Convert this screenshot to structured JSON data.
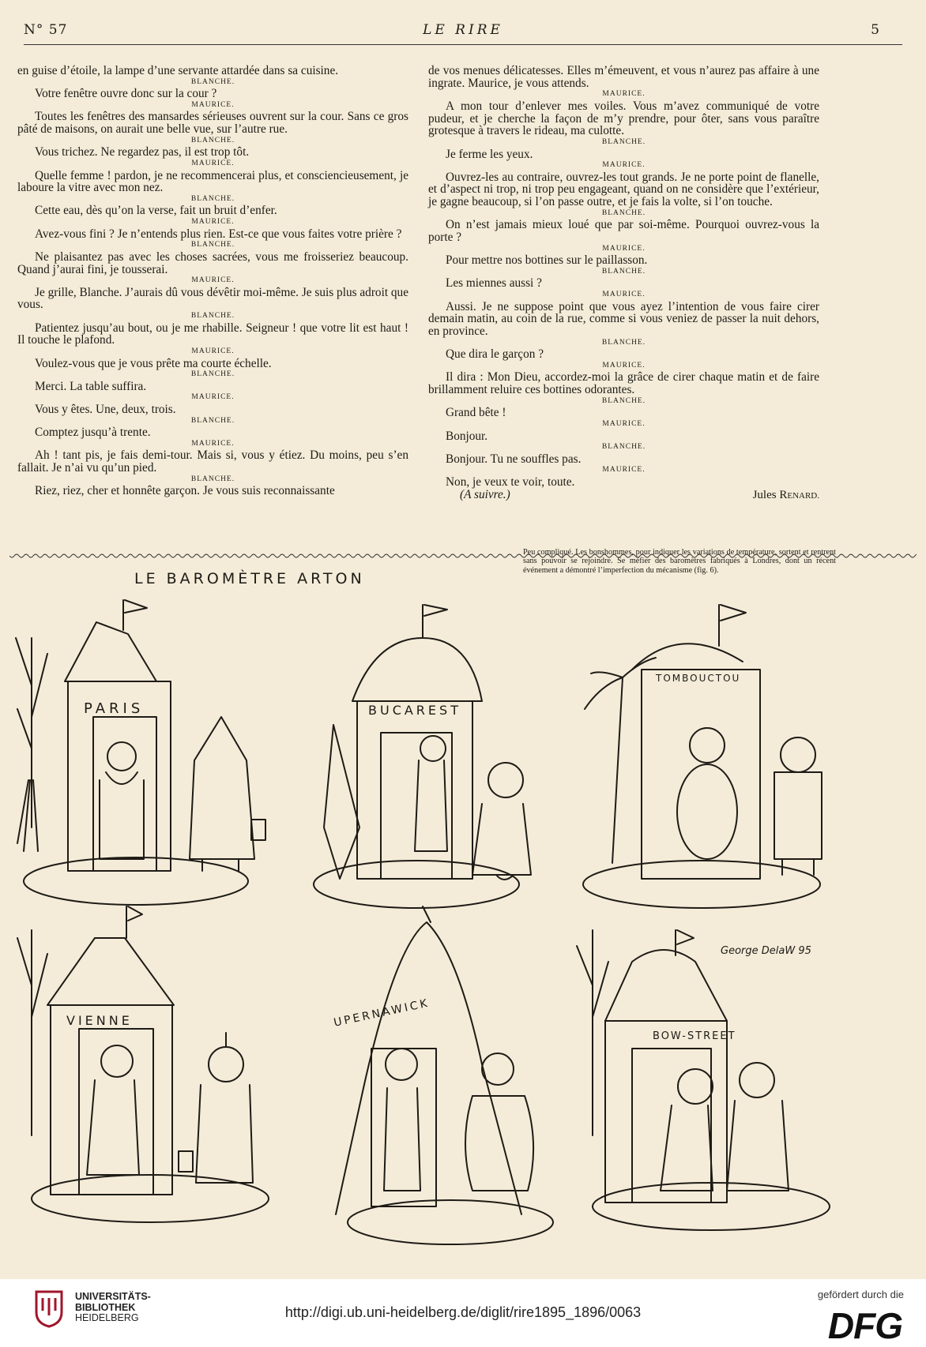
{
  "header": {
    "number": "N° 57",
    "title": "LE RIRE",
    "page": "5"
  },
  "dialogue": {
    "left": [
      {
        "t": "text",
        "v": "en guise d’étoile, la lampe d’une servante attardée dans sa cuisine."
      },
      {
        "t": "sp",
        "v": "BLANCHE."
      },
      {
        "t": "text",
        "v": "Votre fenêtre ouvre donc sur la cour ?",
        "indent": true
      },
      {
        "t": "sp",
        "v": "MAURICE."
      },
      {
        "t": "text",
        "v": "Toutes les fenêtres des mansardes sérieuses ouvrent sur la cour. Sans ce gros pâté de maisons, on aurait une belle vue, sur l’autre rue.",
        "indent": true
      },
      {
        "t": "sp",
        "v": "BLANCHE."
      },
      {
        "t": "text",
        "v": "Vous trichez. Ne regardez pas, il est trop tôt.",
        "indent": true
      },
      {
        "t": "sp",
        "v": "MAURICE."
      },
      {
        "t": "text",
        "v": "Quelle femme ! pardon, je ne recommencerai plus, et consciencieusement, je laboure la vitre avec mon nez.",
        "indent": true
      },
      {
        "t": "sp",
        "v": "BLANCHE."
      },
      {
        "t": "text",
        "v": "Cette eau, dès qu’on la verse, fait un bruit d’enfer.",
        "indent": true
      },
      {
        "t": "sp",
        "v": "MAURICE."
      },
      {
        "t": "text",
        "v": "Avez-vous fini ? Je n’entends plus rien. Est-ce que vous faites votre prière ?",
        "indent": true
      },
      {
        "t": "sp",
        "v": "BLANCHE."
      },
      {
        "t": "text",
        "v": "Ne plaisantez pas avec les choses sacrées, vous me froisseriez beaucoup. Quand j’aurai fini, je tousserai.",
        "indent": true
      },
      {
        "t": "sp",
        "v": "MAURICE."
      },
      {
        "t": "text",
        "v": "Je grille, Blanche. J’aurais dû vous dévêtir moi-même. Je suis plus adroit que vous.",
        "indent": true
      },
      {
        "t": "sp",
        "v": "BLANCHE."
      },
      {
        "t": "text",
        "v": "Patientez jusqu’au bout, ou je me rhabille. Seigneur ! que votre lit est haut ! Il touche le plafond.",
        "indent": true
      },
      {
        "t": "sp",
        "v": "MAURICE."
      },
      {
        "t": "text",
        "v": "Voulez-vous que je vous prête ma courte échelle.",
        "indent": true
      },
      {
        "t": "sp",
        "v": "BLANCHE."
      },
      {
        "t": "text",
        "v": "Merci. La table suffira.",
        "indent": true
      },
      {
        "t": "sp",
        "v": "MAURICE."
      },
      {
        "t": "text",
        "v": "Vous y êtes. Une, deux, trois.",
        "indent": true
      },
      {
        "t": "sp",
        "v": "BLANCHE."
      },
      {
        "t": "text",
        "v": "Comptez jusqu’à trente.",
        "indent": true
      },
      {
        "t": "sp",
        "v": "MAURICE."
      },
      {
        "t": "text",
        "v": "Ah ! tant pis, je fais demi-tour. Mais si, vous y étiez. Du moins, peu s’en fallait. Je n’ai vu qu’un pied.",
        "indent": true
      },
      {
        "t": "sp",
        "v": "BLANCHE."
      },
      {
        "t": "text",
        "v": "Riez, riez, cher et honnête garçon. Je vous suis reconnaissante",
        "indent": true
      }
    ],
    "right": [
      {
        "t": "text",
        "v": "de vos menues délicatesses. Elles m’émeuvent, et vous n’aurez pas affaire à une ingrate. Maurice, je vous attends."
      },
      {
        "t": "sp",
        "v": "MAURICE."
      },
      {
        "t": "text",
        "v": "A mon tour d’enlever mes voiles. Vous m’avez communiqué de votre pudeur, et je cherche la façon de m’y prendre, pour ôter, sans vous paraître grotesque à travers le rideau, ma culotte.",
        "indent": true
      },
      {
        "t": "sp",
        "v": "BLANCHE."
      },
      {
        "t": "text",
        "v": "Je ferme les yeux.",
        "indent": true
      },
      {
        "t": "sp",
        "v": "MAURICE."
      },
      {
        "t": "text",
        "v": "Ouvrez-les au contraire, ouvrez-les tout grands. Je ne porte point de flanelle, et d’aspect ni trop, ni trop peu engageant, quand on ne considère que l’extérieur, je gagne beaucoup, si l’on passe outre, et je fais la volte, si l’on touche.",
        "indent": true
      },
      {
        "t": "sp",
        "v": "BLANCHE."
      },
      {
        "t": "text",
        "v": "On n’est jamais mieux loué que par soi-même. Pourquoi ouvrez-vous la porte ?",
        "indent": true
      },
      {
        "t": "sp",
        "v": "MAURICE."
      },
      {
        "t": "text",
        "v": "Pour mettre nos bottines sur le paillasson.",
        "indent": true
      },
      {
        "t": "sp",
        "v": "BLANCHE."
      },
      {
        "t": "text",
        "v": "Les miennes aussi ?",
        "indent": true
      },
      {
        "t": "sp",
        "v": "MAURICE."
      },
      {
        "t": "text",
        "v": "Aussi. Je ne suppose point que vous ayez l’intention de vous faire cirer demain matin, au coin de la rue, comme si vous veniez de passer la nuit dehors, en province.",
        "indent": true
      },
      {
        "t": "sp",
        "v": "BLANCHE."
      },
      {
        "t": "text",
        "v": "Que dira le garçon ?",
        "indent": true
      },
      {
        "t": "sp",
        "v": "MAURICE."
      },
      {
        "t": "text",
        "v": "Il dira : Mon Dieu, accordez-moi la grâce de cirer chaque matin et de faire brillamment reluire ces bottines odorantes.",
        "indent": true
      },
      {
        "t": "sp",
        "v": "BLANCHE."
      },
      {
        "t": "text",
        "v": "Grand bête !",
        "indent": true
      },
      {
        "t": "sp",
        "v": "MAURICE."
      },
      {
        "t": "text",
        "v": "Bonjour.",
        "indent": true
      },
      {
        "t": "sp",
        "v": "BLANCHE."
      },
      {
        "t": "text",
        "v": "Bonjour. Tu ne souffles pas.",
        "indent": true
      },
      {
        "t": "sp",
        "v": "MAURICE."
      },
      {
        "t": "text",
        "v": "Non, je veux te voir, toute.",
        "indent": true
      }
    ],
    "suivre": "(A suivre.)",
    "author_first": "Jules R",
    "author_rest": "ENARD."
  },
  "barometre": {
    "title": "LE BAROMÈTRE ARTON",
    "caption": "Peu compliqué. Les bonshommes, pour indiquer les variations de température, sortent et rentrent sans pouvoir se rejoindre. Se méfier des baromètres fabriqués à Londres, dont un récent événement a démontré l’imperfection du mécanisme (fig. 6).",
    "signature": "George DelaW 95",
    "panels": [
      {
        "label": "PARIS"
      },
      {
        "label": "BUCAREST"
      },
      {
        "label": "TOMBOUCTOU"
      },
      {
        "label": "VIENNE"
      },
      {
        "label": "UPERNAWICK"
      },
      {
        "label": "BOW-STREET"
      }
    ]
  },
  "footer": {
    "library_line1": "UNIVERSITÄTS-",
    "library_line2": "BIBLIOTHEK",
    "library_line3": "HEIDELBERG",
    "url": "http://digi.ub.uni-heidelberg.de/diglit/rire1895_1896/0063",
    "funded": "gefördert durch die",
    "dfg": "DFG"
  }
}
